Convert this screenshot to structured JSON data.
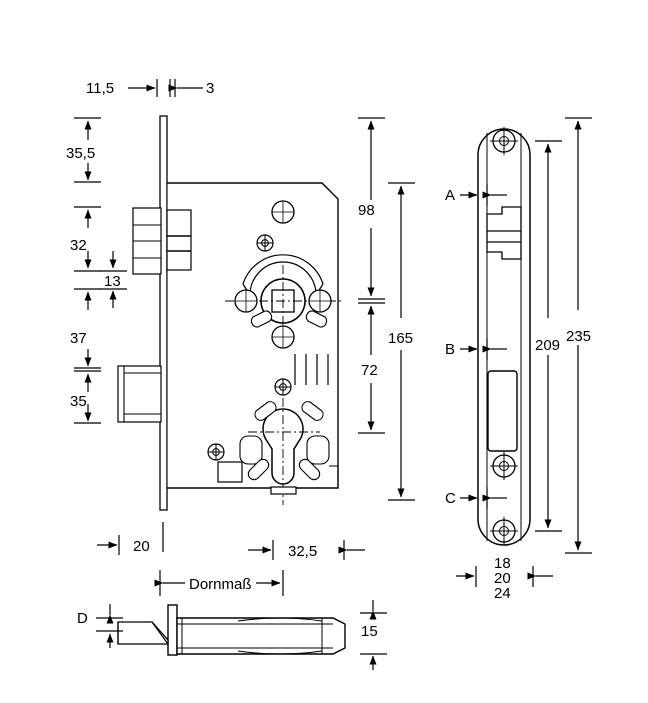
{
  "drawing": {
    "title": "Mortise lock technical drawing",
    "units": "mm",
    "line_color": "#000000",
    "background_color": "#ffffff"
  },
  "dimensions": {
    "top": {
      "faceplate_to_case": "11,5",
      "faceplate_thickness": "3"
    },
    "left_chain": {
      "to_latch": "35,5",
      "latch_height": "32",
      "latch_to_bolt_gap": "13",
      "between": "37",
      "bolt_height": "35"
    },
    "right_chain": {
      "latch_to_follower": "98",
      "follower_to_cylinder": "72",
      "overall_centers": "165"
    },
    "bottom": {
      "backset_start": "20",
      "case_to_edge": "32,5",
      "backset_label": "Dornmaß"
    },
    "faceplate": {
      "marker_a": "A",
      "marker_b": "B",
      "marker_c": "C",
      "screw_span": "209",
      "overall_length": "235",
      "widths": [
        "18",
        "20",
        "24"
      ]
    },
    "side_view": {
      "marker_d": "D",
      "case_thickness": "15"
    }
  }
}
